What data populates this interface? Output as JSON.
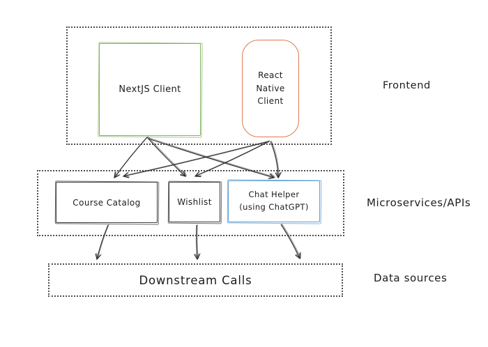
{
  "sections": {
    "frontend": {
      "label": "Frontend"
    },
    "microservices": {
      "label": "Microservices/APIs"
    },
    "data_sources": {
      "label": "Data sources"
    }
  },
  "nodes": {
    "nextjs": {
      "label": "NextJS Client",
      "border_color": "#84b35f",
      "shape": "rectangle"
    },
    "react_native": {
      "label": "React Native Client",
      "border_color": "#e07a52",
      "shape": "rounded-rectangle"
    },
    "course_catalog": {
      "label": "Course Catalog",
      "border_color": "#3d3d3d",
      "shape": "rectangle"
    },
    "wishlist": {
      "label": "Wishlist",
      "border_color": "#3d3d3d",
      "shape": "rectangle"
    },
    "chat_helper": {
      "label": "Chat Helper",
      "sublabel": "(using ChatGPT)",
      "border_color": "#5f9fd4",
      "shape": "rectangle"
    },
    "downstream": {
      "label": "Downstream Calls",
      "border_color": "#4d4d4d",
      "shape": "dotted-rectangle"
    }
  },
  "edges": [
    {
      "id": "nextjs->course_catalog",
      "from": "NextJS Client",
      "to": "Course Catalog"
    },
    {
      "id": "nextjs->wishlist",
      "from": "NextJS Client",
      "to": "Wishlist"
    },
    {
      "id": "nextjs->chat_helper",
      "from": "NextJS Client",
      "to": "Chat Helper"
    },
    {
      "id": "react_native->course_catalog",
      "from": "React Native Client",
      "to": "Course Catalog"
    },
    {
      "id": "react_native->wishlist",
      "from": "React Native Client",
      "to": "Wishlist"
    },
    {
      "id": "react_native->chat_helper",
      "from": "React Native Client",
      "to": "Chat Helper"
    },
    {
      "id": "course_catalog->downstream",
      "from": "Course Catalog",
      "to": "Downstream Calls"
    },
    {
      "id": "wishlist->downstream",
      "from": "Wishlist",
      "to": "Downstream Calls"
    },
    {
      "id": "chat_helper->downstream",
      "from": "Chat Helper",
      "to": "Downstream Calls"
    }
  ],
  "colors": {
    "ink": "#2e2e2e",
    "frame_dotted": "#4d4d4d",
    "green": "#84b35f",
    "orange": "#e07a52",
    "blue": "#5f9fd4",
    "background": "#ffffff"
  }
}
